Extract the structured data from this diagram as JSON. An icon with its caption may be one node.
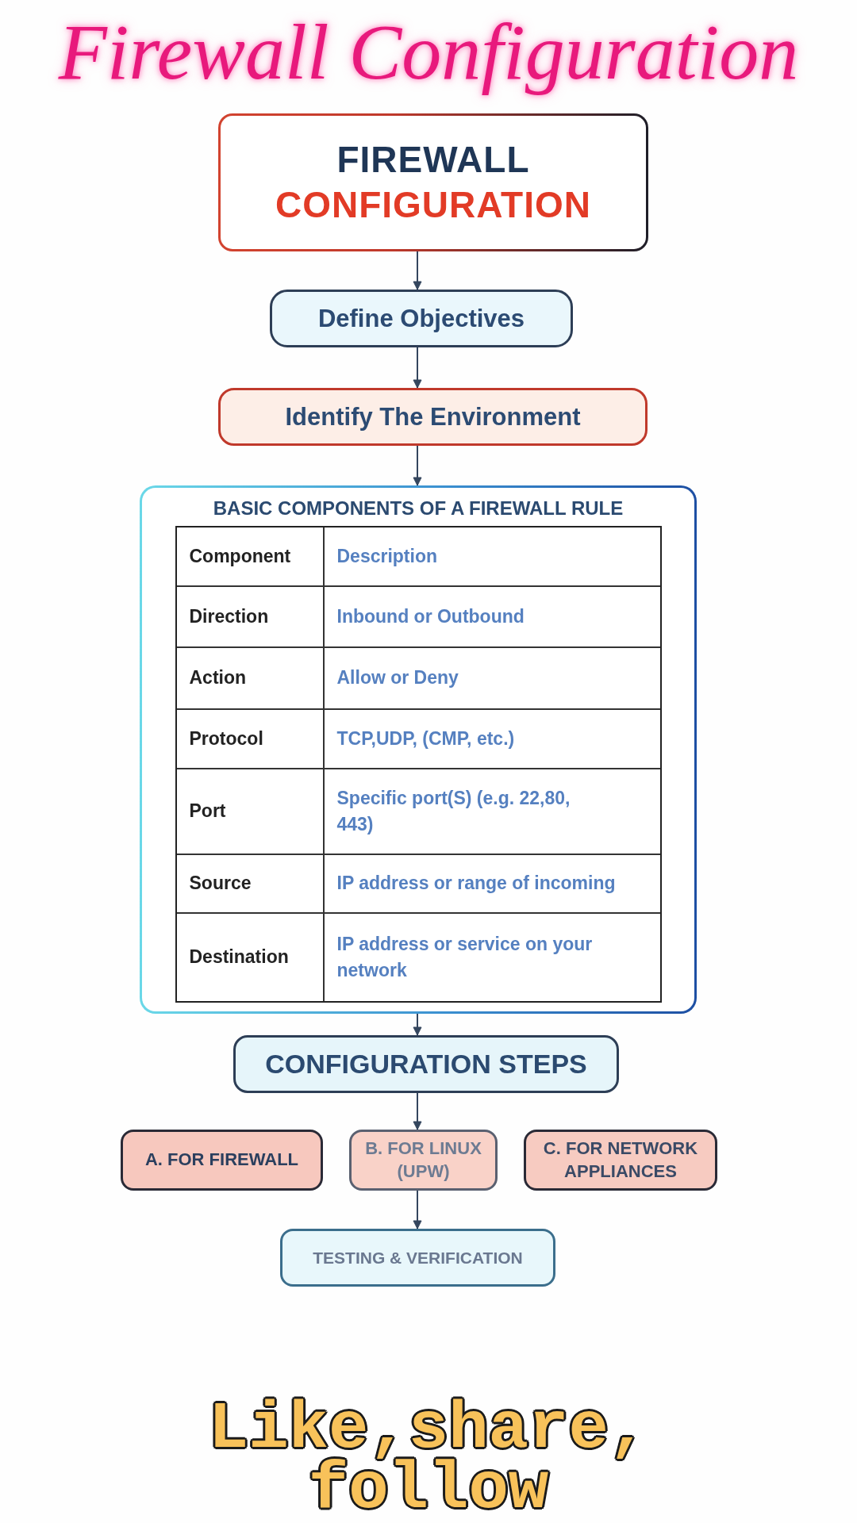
{
  "diagram": {
    "title": "Firewall Configuration",
    "nodes": [
      {
        "text": [
          "FIREWALL",
          "CONFIGURATION"
        ]
      },
      {
        "text": [
          "Define Objectives"
        ]
      },
      {
        "text": [
          "Identify The Environment"
        ]
      },
      {
        "text": [
          "BASIC COMPONENTS OF A FIREWALL RULE"
        ]
      },
      {
        "text": [
          "CONFIGURATION STEPS"
        ]
      },
      {
        "text": [
          "A. FOR FIREWALL"
        ]
      },
      {
        "text": [
          "B. FOR LINUX (UPW)"
        ]
      },
      {
        "text": [
          "C. FOR NETWORK APPLIANCES"
        ]
      },
      {
        "text": [
          "TESTING & VERIFICATION"
        ]
      }
    ],
    "edges": [
      {
        "from": 0,
        "to": 1,
        "arrow": "to"
      },
      {
        "from": 1,
        "to": 2,
        "arrow": "to"
      },
      {
        "from": 2,
        "to": 3,
        "arrow": "to"
      },
      {
        "from": 3,
        "to": 4,
        "arrow": "to"
      },
      {
        "from": 4,
        "to": 6,
        "arrow": "to"
      },
      {
        "from": 6,
        "to": 8,
        "arrow": "to"
      }
    ],
    "labels": [
      "Component",
      "Description",
      "Direction",
      "Inbound or Outbound",
      "Action",
      "Allow or Deny",
      "Protocol",
      "TCP,UDP, (CMP, etc.)",
      "Port",
      "Specific port(S) (e.g. 22,80, 443)",
      "Source",
      "IP address or range of incoming",
      "Destination",
      "IP address or service on your network",
      "Like,share, follow"
    ]
  }
}
